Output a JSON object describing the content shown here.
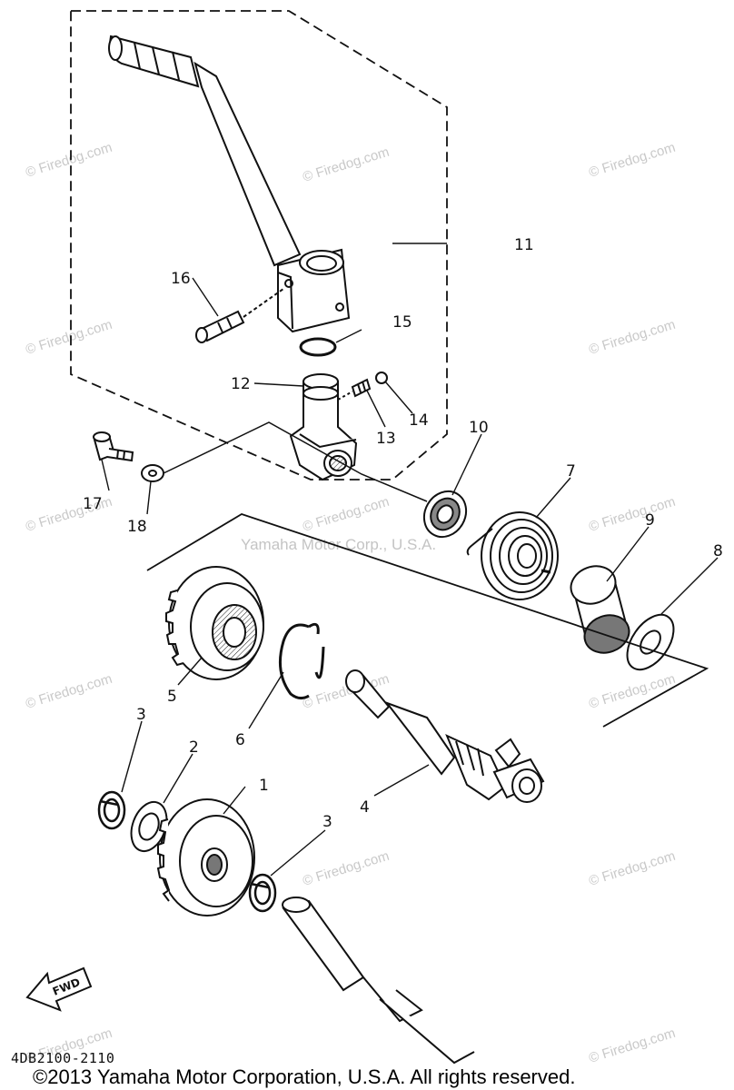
{
  "diagram": {
    "callouts": {
      "p1": "1",
      "p2": "2",
      "p3a": "3",
      "p3b": "3",
      "p4": "4",
      "p5": "5",
      "p6": "6",
      "p7": "7",
      "p8": "8",
      "p9": "9",
      "p10": "10",
      "p11": "11",
      "p12": "12",
      "p13": "13",
      "p14": "14",
      "p15": "15",
      "p16": "16",
      "p17": "17",
      "p18": "18"
    },
    "direction_label": "FWD",
    "diagram_code": "4DB2100-2110",
    "center_watermark": "Yamaha Motor Corp., U.S.A.",
    "watermark": "© Firedog.com",
    "copyright": "©2013 Yamaha Motor Corporation, U.S.A. All rights reserved."
  },
  "colors": {
    "ink": "#111111",
    "watermark": "#c9c9c9",
    "background": "#ffffff"
  }
}
